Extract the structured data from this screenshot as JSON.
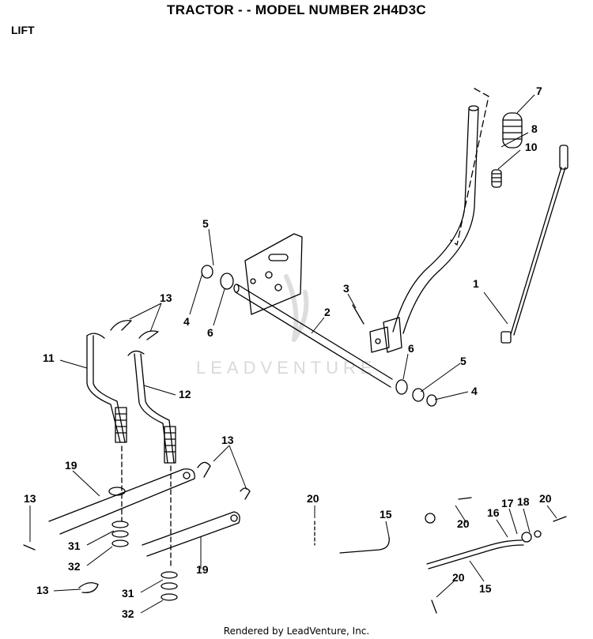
{
  "header": {
    "title": "TRACTOR - - MODEL NUMBER 2H4D3C",
    "section": "LIFT"
  },
  "watermark": {
    "text": "LEADVENTURE",
    "color": "#d9d9d9"
  },
  "footer": {
    "rendered_by": "Rendered by LeadVenture, Inc."
  },
  "callouts": [
    "7",
    "8",
    "10",
    "5",
    "4",
    "6",
    "3",
    "2",
    "1",
    "13",
    "11",
    "12",
    "6",
    "5",
    "4",
    "13",
    "19",
    "13",
    "31",
    "32",
    "19",
    "13",
    "31",
    "32",
    "20",
    "15",
    "20",
    "16",
    "17",
    "18",
    "20",
    "20",
    "15"
  ]
}
